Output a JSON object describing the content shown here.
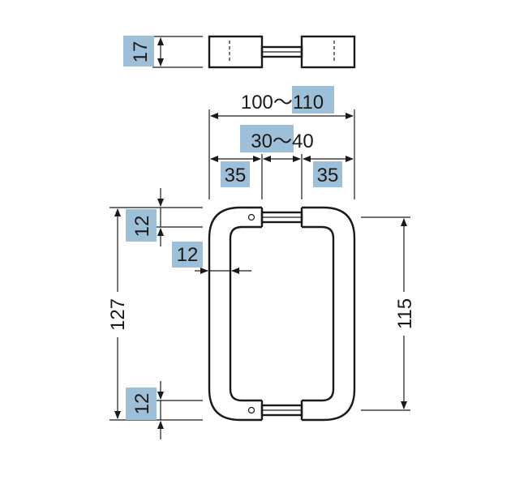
{
  "dimensions": {
    "top_height": "17",
    "width_min": "100",
    "width_sep": "～",
    "width_max": "110",
    "gap_min": "30",
    "gap_sep": "～",
    "gap_max": "40",
    "foot_left": "35",
    "foot_right": "35",
    "top_thickness": "12",
    "wall_thickness": "12",
    "overall_height": "127",
    "bottom_thickness": "12",
    "inner_height": "115"
  },
  "colors": {
    "highlight": "#9dbfd8",
    "ink": "#1a1a1a"
  }
}
